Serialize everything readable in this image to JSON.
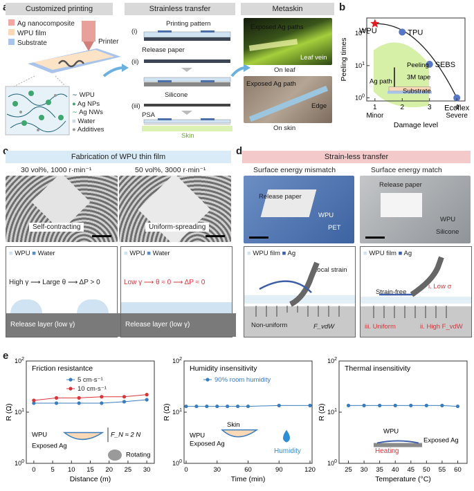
{
  "panel_labels": {
    "a": "a",
    "b": "b",
    "c": "c",
    "d": "d",
    "e": "e"
  },
  "a": {
    "header_printing": "Customized printing",
    "header_transfer": "Strainless transfer",
    "header_metaskin": "Metaskin",
    "legend": [
      "Ag nanocomposite",
      "WPU film",
      "Substrate"
    ],
    "printer_label": "Printer",
    "ink_legend": [
      "WPU",
      "Ag NPs",
      "Ag NWs",
      "Water",
      "Additives"
    ],
    "steps": [
      "(i)",
      "(ii)",
      "(iii)"
    ],
    "printing_pattern": "Printing pattern",
    "release_paper": "Release paper",
    "silicone": "Silicone",
    "psa": "PSA",
    "skin": "Skin",
    "leaf_photo": {
      "exposed": "Exposed Ag paths",
      "vein": "Leaf vein",
      "caption": "On leaf"
    },
    "skin_photo": {
      "exposed": "Exposed Ag path",
      "edge": "Edge",
      "caption": "On skin"
    },
    "colors": {
      "ag": "#f4a6a0",
      "wpu": "#fcd9b6",
      "substrate": "#a9c4ea",
      "leaf": "#b5d84a",
      "skin_band": "#d7f0a8"
    }
  },
  "chart_b": {
    "type": "line",
    "ylabel": "Peeling times",
    "xlabel": "Damage level",
    "x_ticks": [
      "1",
      "2",
      "3",
      "4"
    ],
    "x_sub": [
      "Minor",
      "Severe"
    ],
    "y_ticks": [
      "10^0",
      "10^1",
      "10^2"
    ],
    "ylim": [
      0.8,
      300
    ],
    "points": [
      {
        "x": 1,
        "y": 200,
        "label": "WPU",
        "marker": "star"
      },
      {
        "x": 2,
        "y": 110,
        "label": "TPU"
      },
      {
        "x": 3,
        "y": 11,
        "label": "SEBS"
      },
      {
        "x": 4,
        "y": 1,
        "label": "Ecoflex"
      }
    ],
    "inset": {
      "peeling": "Peeling",
      "tape": "3M tape",
      "agpath": "Ag path",
      "substrate": "Substrate"
    }
  },
  "c": {
    "header": "Fabrication of WPU thin film",
    "photo1": {
      "title": "30 vol%, 1000 r·min⁻¹",
      "caption": "Self-contracting"
    },
    "photo2": {
      "title": "50 vol%, 3000 r·min⁻¹",
      "caption": "Uniform-spreading"
    },
    "legend": [
      "WPU",
      "Water"
    ],
    "box1": {
      "line_a": "High γ",
      "line_b": "Large θ",
      "line_c": "ΔP > 0",
      "layer": "Release layer (low γ)"
    },
    "box2": {
      "line_a": "Low γ",
      "line_b": "θ ≈ 0",
      "line_c": "ΔP ≈ 0",
      "layer": "Release layer (low γ)"
    }
  },
  "d": {
    "header": "Strain-less transfer",
    "photo1": {
      "title": "Surface energy mismatch",
      "release": "Release paper",
      "wpu": "WPU",
      "pet": "PET"
    },
    "photo2": {
      "title": "Surface energy match",
      "release": "Release paper",
      "wpu": "WPU",
      "silicone": "Silicone"
    },
    "legend": [
      "WPU film",
      "Ag"
    ],
    "box1": {
      "strain": "Local strain",
      "nonuni": "Non-uniform",
      "f": "F_vdW"
    },
    "box2": {
      "free": "Strain-free",
      "low": "i. Low σ",
      "uniform": "iii. Uniform",
      "high": "ii. High F_vdW"
    }
  },
  "chart_e": [
    {
      "title": "Friction resistantce",
      "type": "line",
      "xlabel": "Distance (m)",
      "ylabel": "R (Ω)",
      "x": [
        0,
        6,
        12,
        18,
        24,
        30
      ],
      "series": [
        {
          "name": "5 cm·s⁻¹",
          "values": [
            15,
            15,
            15,
            15,
            16,
            17.5
          ],
          "color": "#3a7dbf"
        },
        {
          "name": "10 cm·s⁻¹",
          "values": [
            17,
            19,
            19,
            20,
            20,
            22
          ],
          "color": "#d9343a"
        }
      ],
      "x_ticks": [
        "0",
        "5",
        "10",
        "15",
        "20",
        "25",
        "30"
      ],
      "y_ticks": [
        "10^0",
        "10^1",
        "10^2"
      ],
      "inset": {
        "wpu": "WPU",
        "exposed": "Exposed Ag",
        "force": "F_N ≈ 2 N",
        "rotating": "Rotating"
      }
    },
    {
      "title": "Humidity insensitivity",
      "type": "line",
      "xlabel": "Time (min)",
      "ylabel": "R (Ω)",
      "x": [
        0,
        10,
        20,
        30,
        40,
        50,
        60,
        90,
        120
      ],
      "series": [
        {
          "name": "90% room humidity",
          "values": [
            13,
            13,
            13,
            13,
            13,
            13,
            13,
            13.5,
            13.5
          ],
          "color": "#3a7dbf"
        }
      ],
      "x_ticks": [
        "0",
        "30",
        "60",
        "90",
        "120"
      ],
      "y_ticks": [
        "10^0",
        "10^1",
        "10^2"
      ],
      "inset": {
        "skin": "Skin",
        "wpu": "WPU",
        "exposed": "Exposed Ag",
        "humidity": "Humidity"
      }
    },
    {
      "title": "Thermal insensitivity",
      "type": "line",
      "xlabel": "Temperature (°C)",
      "ylabel": "R (Ω)",
      "x": [
        25,
        30,
        35,
        40,
        45,
        50,
        55,
        60
      ],
      "series": [
        {
          "name": "",
          "values": [
            13.5,
            13.5,
            13.5,
            13.5,
            13.5,
            13.5,
            13.5,
            13
          ],
          "color": "#3a7dbf"
        }
      ],
      "x_ticks": [
        "25",
        "30",
        "35",
        "40",
        "45",
        "50",
        "55",
        "60"
      ],
      "y_ticks": [
        "10^0",
        "10^1",
        "10^2"
      ],
      "inset": {
        "wpu": "WPU",
        "exposed": "Exposed Ag",
        "heating": "Heating"
      }
    }
  ]
}
